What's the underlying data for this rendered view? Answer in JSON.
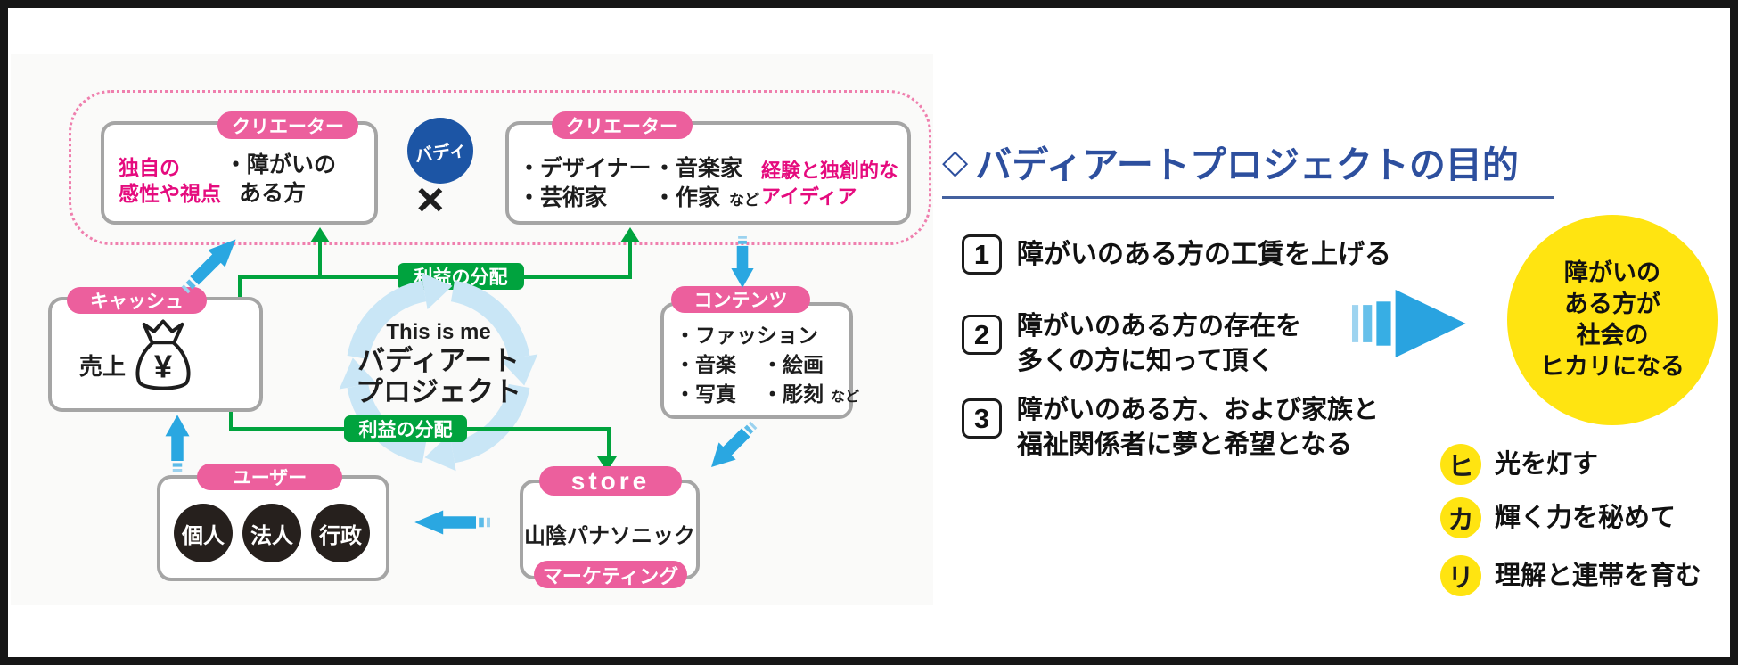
{
  "diagram": {
    "creator1": {
      "badge": "クリエーター",
      "trait_line1": "独自の",
      "trait_line2": "感性や視点",
      "member_line1": "・障がいの",
      "member_line2": "ある方"
    },
    "buddy": {
      "label": "バディ",
      "times": "×"
    },
    "creator2": {
      "badge": "クリエーター",
      "m1": "・デザイナー",
      "m2": "・音楽家",
      "m3": "・芸術家",
      "m4": "・作家",
      "etc": "など",
      "trait_line1": "経験と独創的な",
      "trait_line2": "アイディア"
    },
    "profit_badge_top": "利益の分配",
    "profit_badge_bottom": "利益の分配",
    "cash": {
      "badge": "キャッシュ",
      "sales_label": "売上",
      "bag_symbol": "¥"
    },
    "center": {
      "line1": "This is me",
      "line2": "バディアート",
      "line3": "プロジェクト"
    },
    "contents": {
      "badge": "コンテンツ",
      "row1": "・ファッション",
      "row2a": "・音楽",
      "row2b": "・絵画",
      "row3a": "・写真",
      "row3b": "・彫刻",
      "etc": "など"
    },
    "store": {
      "badge": "store",
      "name": "山陰パナソニック",
      "marketing_badge": "マーケティング"
    },
    "user": {
      "badge": "ユーザー",
      "circle1": "個人",
      "circle2": "法人",
      "circle3": "行政"
    }
  },
  "purpose": {
    "diamond": "◇",
    "title": "バディアートプロジェクトの目的",
    "items": [
      {
        "num": "1",
        "line1": "障がいのある方の工賃を上げる",
        "line2": ""
      },
      {
        "num": "2",
        "line1": "障がいのある方の存在を",
        "line2": "多くの方に知って頂く"
      },
      {
        "num": "3",
        "line1": "障がいのある方、および家族と",
        "line2": "福祉関係者に夢と希望となる"
      }
    ],
    "goal_circle": {
      "line1": "障がいの",
      "line2": "ある方が",
      "line3": "社会の",
      "line4": "ヒカリになる"
    },
    "hikari": [
      {
        "kana": "ヒ",
        "text": "光を灯す"
      },
      {
        "kana": "カ",
        "text": "輝く力を秘めて"
      },
      {
        "kana": "リ",
        "text": "理解と連帯を育む"
      }
    ]
  },
  "colors": {
    "pink_badge": "#ec5f9d",
    "magenta_text": "#e50b7e",
    "green": "#00a33e",
    "blue_arrow": "#2aa7e1",
    "cycle_blue": "#c9e6f6",
    "buddy_navy": "#1c55a5",
    "title_blue": "#2d4f9e",
    "yellow": "#ffe411",
    "dark_circle": "#26201d"
  }
}
